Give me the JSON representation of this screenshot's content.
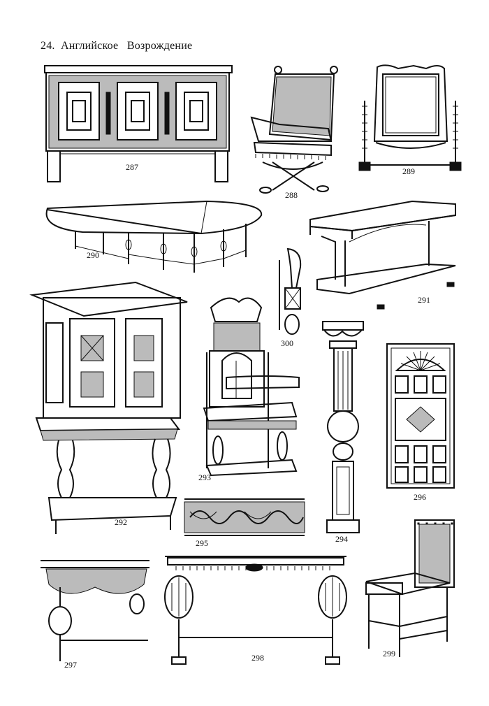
{
  "page": {
    "title": "24.  Английское   Возрождение"
  },
  "figures": [
    {
      "id": "fig287",
      "label": "287",
      "subject": "carved chest with geometric panels"
    },
    {
      "id": "fig288",
      "label": "288",
      "subject": "upholstered X-frame armchair"
    },
    {
      "id": "fig289",
      "label": "289",
      "subject": "framed toilet mirror on stand"
    },
    {
      "id": "fig290",
      "label": "290",
      "subject": "gate-leg drop-leaf table"
    },
    {
      "id": "fig291",
      "label": "291",
      "subject": "long table with trestle base"
    },
    {
      "id": "fig292",
      "label": "292",
      "subject": "court cupboard"
    },
    {
      "id": "fig293",
      "label": "293",
      "subject": "carved wainscot armchair"
    },
    {
      "id": "fig294",
      "label": "294",
      "subject": "turned column pedestal"
    },
    {
      "id": "fig295",
      "label": "295",
      "subject": "carved ornamental frieze"
    },
    {
      "id": "fig296",
      "label": "296",
      "subject": "panelled door"
    },
    {
      "id": "fig297",
      "label": "297",
      "subject": "table with bulbous legs fragment"
    },
    {
      "id": "fig298",
      "label": "298",
      "subject": "refectory table with melon-bulb legs"
    },
    {
      "id": "fig299",
      "label": "299",
      "subject": "studded leather chair"
    },
    {
      "id": "fig300",
      "label": "300",
      "subject": "carved finial fragment"
    }
  ]
}
